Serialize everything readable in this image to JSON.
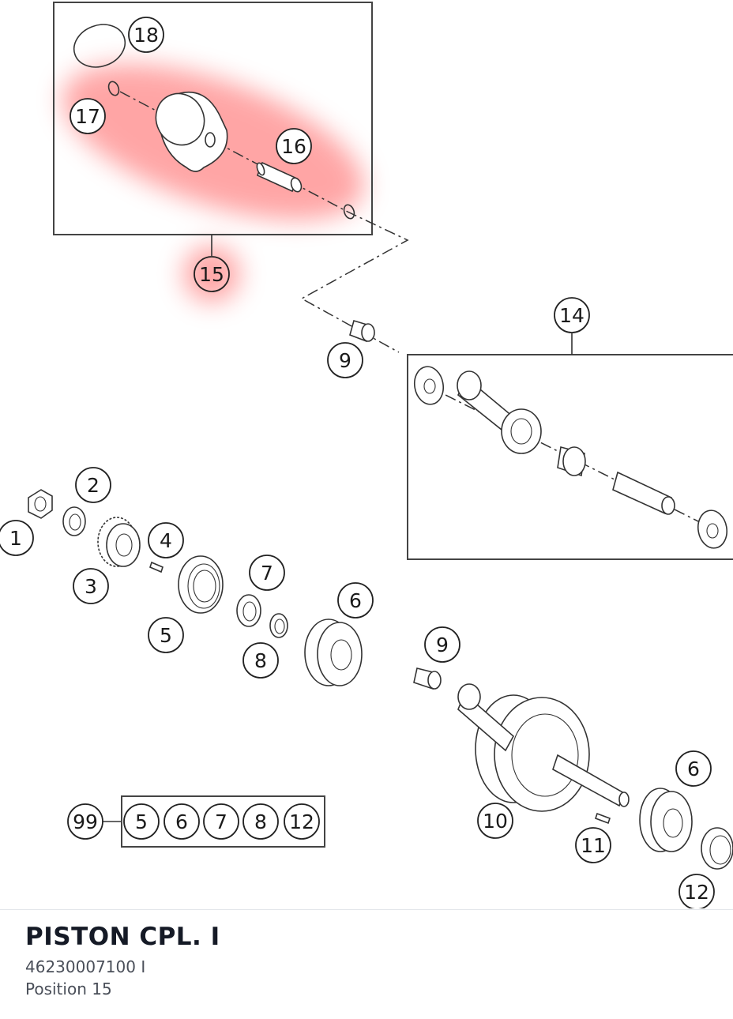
{
  "diagram": {
    "highlight_color": "#ff8080",
    "callouts": {
      "c1": "1",
      "c2": "2",
      "c3": "3",
      "c4": "4",
      "c5": "5",
      "c6a": "6",
      "c6b": "6",
      "c7": "7",
      "c8": "8",
      "c9a": "9",
      "c9b": "9",
      "c10": "10",
      "c11": "11",
      "c12": "12",
      "c14": "14",
      "c15": "15",
      "c16": "16",
      "c17": "17",
      "c18": "18",
      "c99": "99",
      "k5": "5",
      "k6": "6",
      "k7": "7",
      "k8": "8",
      "k12": "12"
    }
  },
  "part": {
    "name": "PISTON CPL. I",
    "number": "46230007100 I",
    "position": "Position 15"
  }
}
